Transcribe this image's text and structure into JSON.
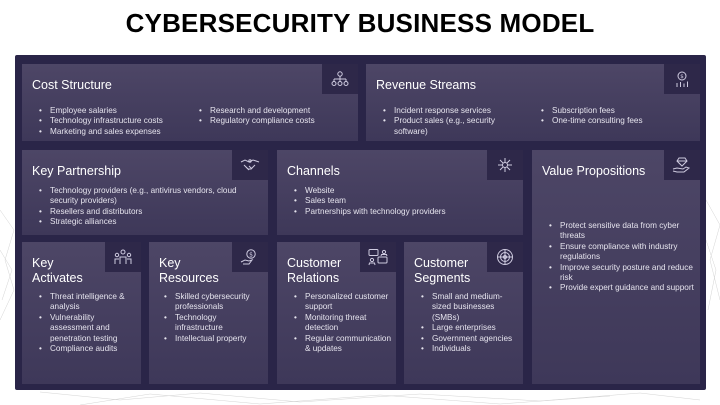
{
  "title": "CYBERSECURITY BUSINESS MODEL",
  "icons": {
    "cost": "network-icon",
    "revenue": "coin-chart-icon",
    "partnership": "handshake-icon",
    "channels": "hub-icon",
    "value": "hand-diamond-icon",
    "activities": "team-icon",
    "resources": "hand-dollar-icon",
    "relations": "chat-users-icon",
    "segments": "target-icon"
  },
  "cost_structure": {
    "heading": "Cost Structure",
    "col1": [
      "Employee salaries",
      "Technology infrastructure costs",
      "Marketing and sales expenses"
    ],
    "col2": [
      "Research and development",
      "Regulatory compliance costs"
    ]
  },
  "revenue_streams": {
    "heading": "Revenue Streams",
    "col1": [
      "Incident response services",
      "Product sales (e.g., security software)"
    ],
    "col2": [
      "Subscription fees",
      "One-time consulting fees"
    ]
  },
  "key_partnership": {
    "heading": "Key Partnership",
    "items": [
      "Technology providers (e.g., antivirus vendors, cloud security providers)",
      "Resellers and distributors",
      "Strategic alliances"
    ]
  },
  "channels": {
    "heading": "Channels",
    "items": [
      "Website",
      "Sales team",
      "Partnerships with technology providers"
    ]
  },
  "value_propositions": {
    "heading": "Value Propositions",
    "items": [
      "Protect sensitive data from cyber threats",
      "Ensure compliance with industry regulations",
      "Improve security posture and reduce risk",
      "Provide expert guidance and support"
    ]
  },
  "key_activates": {
    "heading_line1": "Key",
    "heading_line2": "Activates",
    "items": [
      "Threat intelligence & analysis",
      "Vulnerability assessment and penetration testing",
      "Compliance audits"
    ]
  },
  "key_resources": {
    "heading_line1": "Key",
    "heading_line2": "Resources",
    "items": [
      "Skilled cybersecurity professionals",
      "Technology infrastructure",
      "Intellectual property"
    ]
  },
  "customer_relations": {
    "heading_line1": "Customer",
    "heading_line2": "Relations",
    "items": [
      "Personalized customer support",
      "Monitoring threat detection",
      "Regular communication & updates"
    ]
  },
  "customer_segments": {
    "heading_line1": "Customer",
    "heading_line2": "Segments",
    "items": [
      "Small and medium-sized businesses (SMBs)",
      "Large enterprises",
      "Government agencies",
      "Individuals"
    ]
  }
}
